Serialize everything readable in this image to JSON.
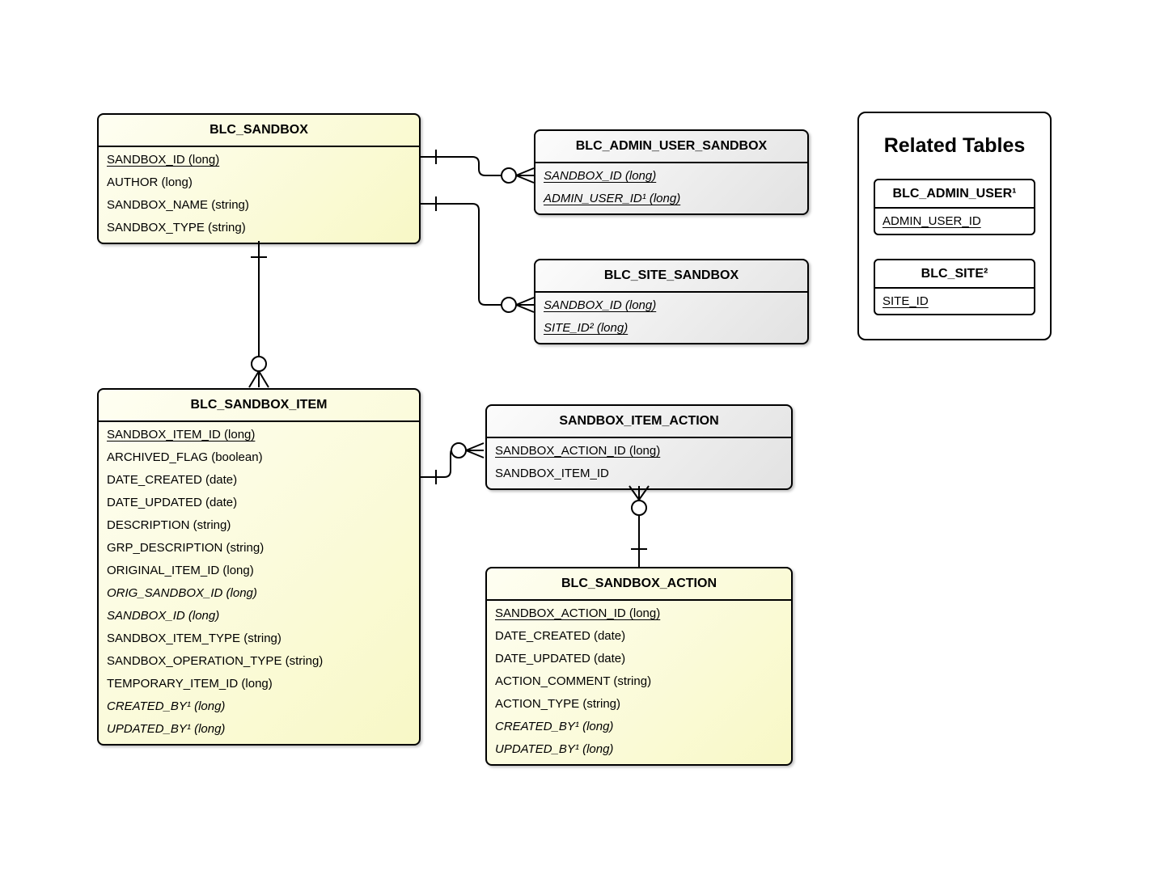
{
  "colors": {
    "table_fill_yellow": "#f8f8c6",
    "table_fill_gray": "#e2e2e2",
    "panel_fill": "#ffffff",
    "line": "#000000"
  },
  "tables": {
    "blc_sandbox": {
      "title": "BLC_SANDBOX",
      "fields": [
        {
          "text": "SANDBOX_ID (long)",
          "pk": true
        },
        {
          "text": "AUTHOR (long)"
        },
        {
          "text": "SANDBOX_NAME (string)"
        },
        {
          "text": "SANDBOX_TYPE (string)"
        }
      ]
    },
    "blc_admin_user_sandbox": {
      "title": "BLC_ADMIN_USER_SANDBOX",
      "fields": [
        {
          "text": "SANDBOX_ID (long)",
          "pk": true,
          "fk": true
        },
        {
          "text": "ADMIN_USER_ID¹ (long)",
          "pk": true,
          "fk": true
        }
      ]
    },
    "blc_site_sandbox": {
      "title": "BLC_SITE_SANDBOX",
      "fields": [
        {
          "text": "SANDBOX_ID (long)",
          "pk": true,
          "fk": true
        },
        {
          "text": "SITE_ID² (long)",
          "pk": true,
          "fk": true
        }
      ]
    },
    "blc_sandbox_item": {
      "title": "BLC_SANDBOX_ITEM",
      "fields": [
        {
          "text": "SANDBOX_ITEM_ID (long)",
          "pk": true
        },
        {
          "text": "ARCHIVED_FLAG (boolean)"
        },
        {
          "text": "DATE_CREATED (date)"
        },
        {
          "text": "DATE_UPDATED (date)"
        },
        {
          "text": "DESCRIPTION (string)"
        },
        {
          "text": "GRP_DESCRIPTION (string)"
        },
        {
          "text": "ORIGINAL_ITEM_ID (long)"
        },
        {
          "text": "ORIG_SANDBOX_ID (long)",
          "fk": true
        },
        {
          "text": "SANDBOX_ID (long)",
          "fk": true
        },
        {
          "text": "SANDBOX_ITEM_TYPE (string)"
        },
        {
          "text": "SANDBOX_OPERATION_TYPE (string)"
        },
        {
          "text": "TEMPORARY_ITEM_ID (long)"
        },
        {
          "text": "CREATED_BY¹ (long)",
          "fk": true
        },
        {
          "text": "UPDATED_BY¹ (long)",
          "fk": true
        }
      ]
    },
    "sandbox_item_action": {
      "title": "SANDBOX_ITEM_ACTION",
      "fields": [
        {
          "text": "SANDBOX_ACTION_ID (long)",
          "pk": true
        },
        {
          "text": "SANDBOX_ITEM_ID"
        }
      ]
    },
    "blc_sandbox_action": {
      "title": "BLC_SANDBOX_ACTION",
      "fields": [
        {
          "text": "SANDBOX_ACTION_ID (long)",
          "pk": true
        },
        {
          "text": "DATE_CREATED (date)"
        },
        {
          "text": "DATE_UPDATED (date)"
        },
        {
          "text": "ACTION_COMMENT (string)"
        },
        {
          "text": "ACTION_TYPE (string)"
        },
        {
          "text": "CREATED_BY¹ (long)",
          "fk": true
        },
        {
          "text": "UPDATED_BY¹ (long)",
          "fk": true
        }
      ]
    }
  },
  "related_panel": {
    "title": "Related Tables",
    "tables": {
      "blc_admin_user": {
        "title": "BLC_ADMIN_USER¹",
        "fields": [
          {
            "text": "ADMIN_USER_ID",
            "pk": true
          }
        ]
      },
      "blc_site": {
        "title": "BLC_SITE²",
        "fields": [
          {
            "text": "SITE_ID",
            "pk": true
          }
        ]
      }
    }
  }
}
